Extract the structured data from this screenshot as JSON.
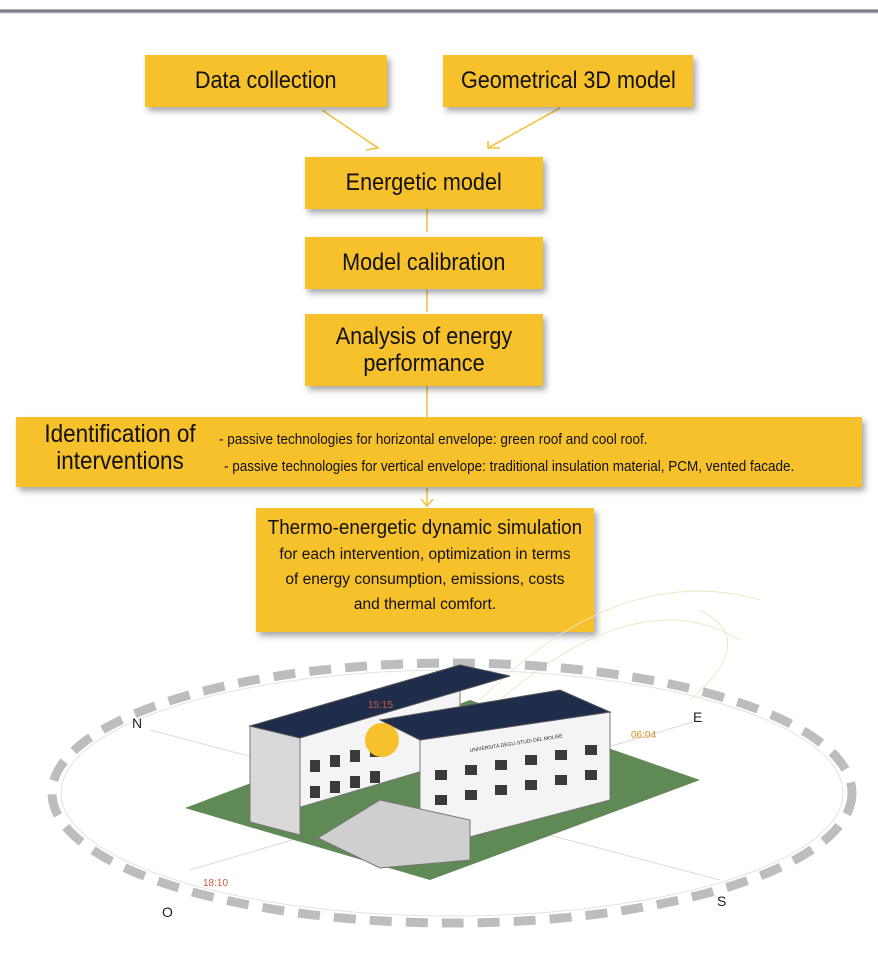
{
  "nodes": {
    "data_collection": "Data collection",
    "geometric_model": "Geometrical 3D model",
    "energetic_model": "Energetic model",
    "calibration": "Model calibration",
    "analysis": "Analysis of energy performance",
    "identification": {
      "heading": "Identification of interventions",
      "line1": "- passive technologies for horizontal envelope: green roof and cool roof.",
      "line2": "- passive technologies for vertical envelope: traditional insulation material, PCM, vented facade."
    },
    "simulation": {
      "title": "Thermo-energetic dynamic simulation",
      "description": "for each intervention, optimization in terms of energy consumption, emissions, costs and thermal comfort."
    }
  },
  "sun_study": {
    "directions": {
      "north": "N",
      "east": "E",
      "south": "S",
      "west": "O"
    },
    "times": {
      "noon": "15:15",
      "sunrise": "06:04",
      "sunset": "18:10"
    },
    "building_sign": "UNIVERSITÀ DEGLI STUDI DEL MOLISE"
  },
  "colors": {
    "box": "#f7c12b",
    "connector": "#f2c341",
    "sun": "#f7c12b",
    "ground": "#5f8a55"
  }
}
